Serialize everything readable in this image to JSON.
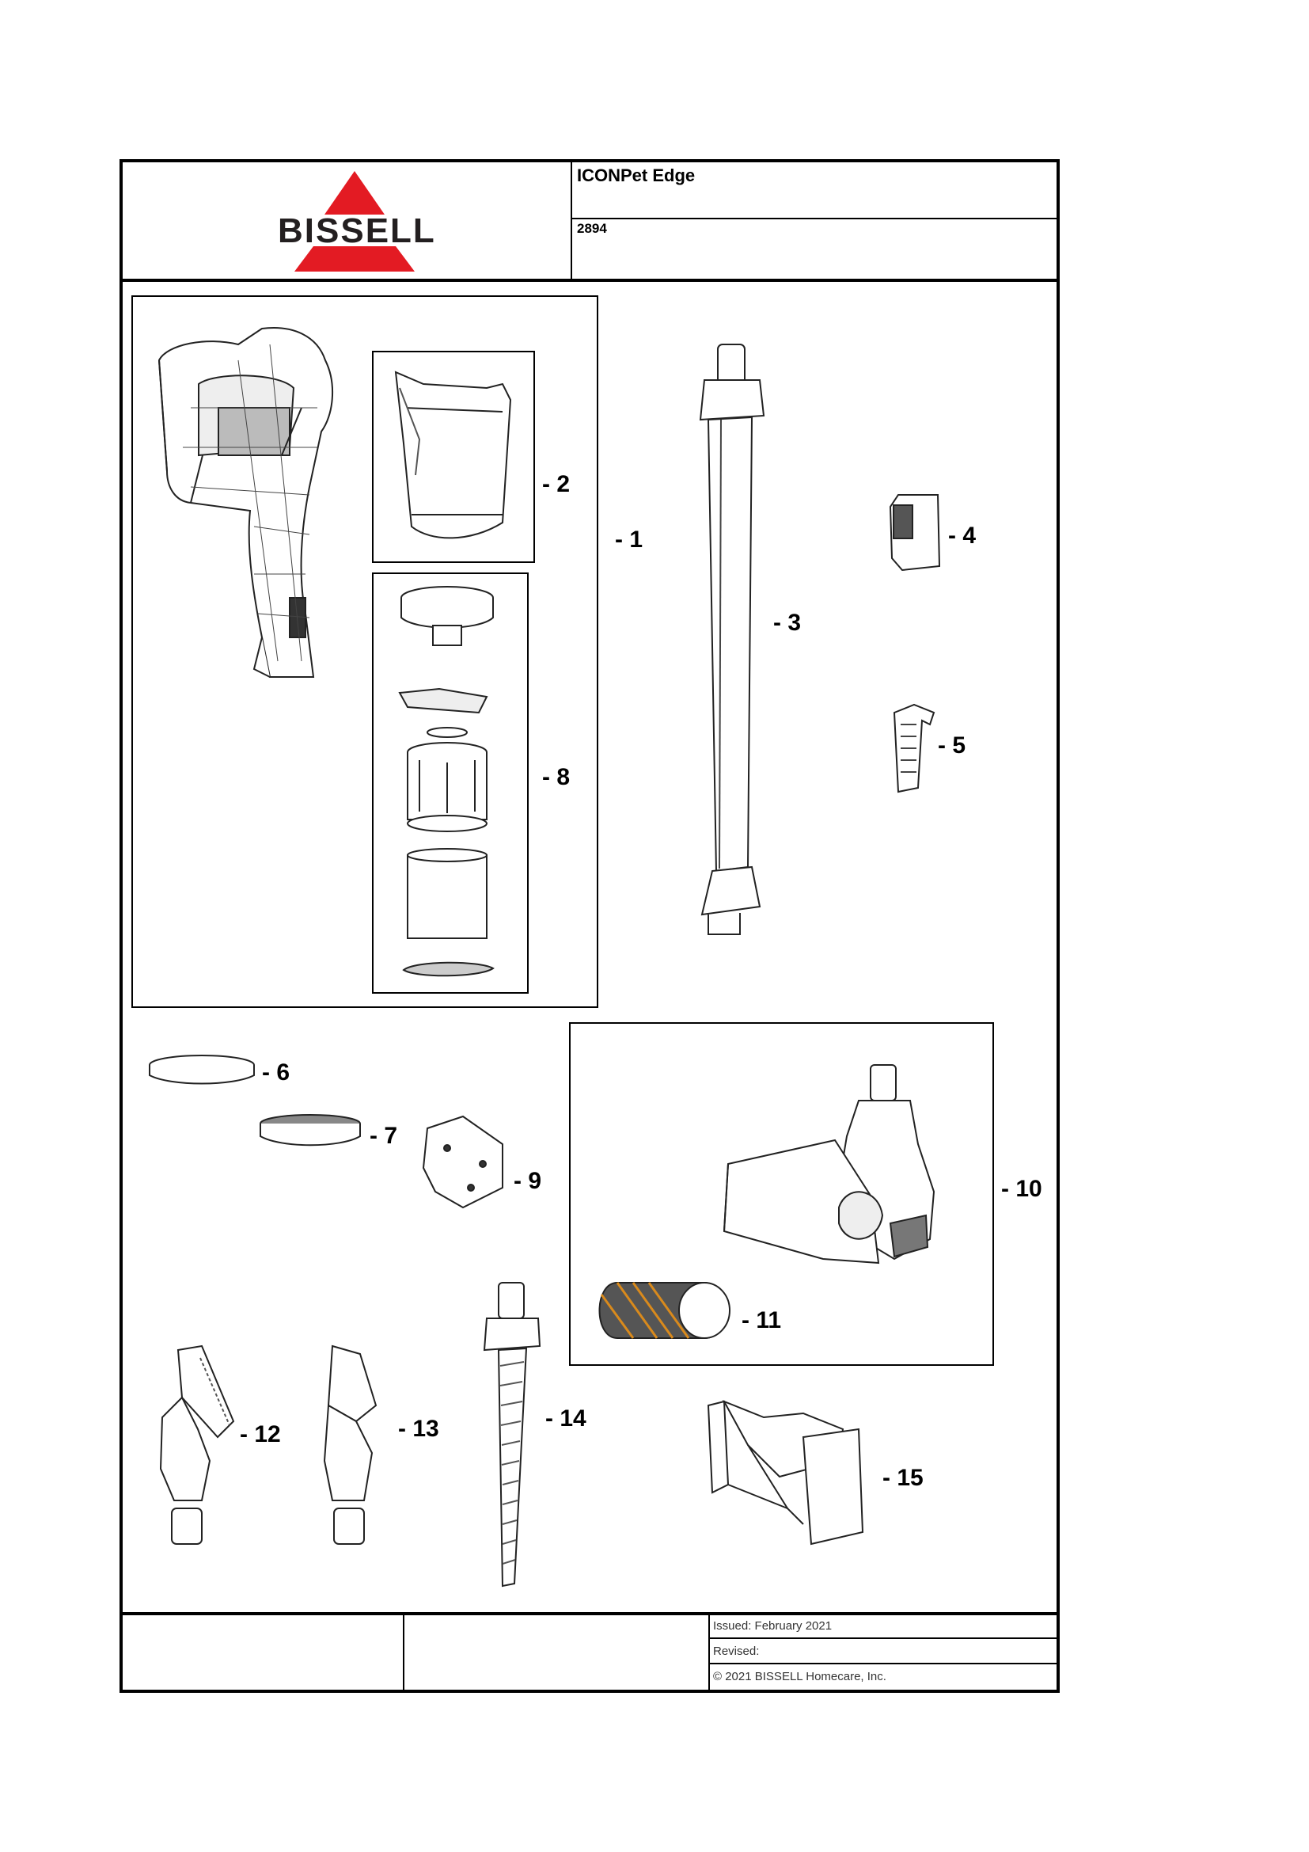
{
  "header": {
    "model_name": "ICONPet Edge",
    "model_number": "2894",
    "logo_text": "BISSELL",
    "logo_color": "#e31b23"
  },
  "callouts": [
    "- 1",
    "- 2",
    "- 3",
    "- 4",
    "- 5",
    "- 6",
    "- 7",
    "- 8",
    "- 9",
    "- 10",
    "- 11",
    "- 12",
    "- 13",
    "- 14",
    "- 15"
  ],
  "footer": {
    "issued": "Issued: February 2021",
    "revised": "Revised:",
    "copyright": "© 2021 BISSELL Homecare, Inc."
  }
}
